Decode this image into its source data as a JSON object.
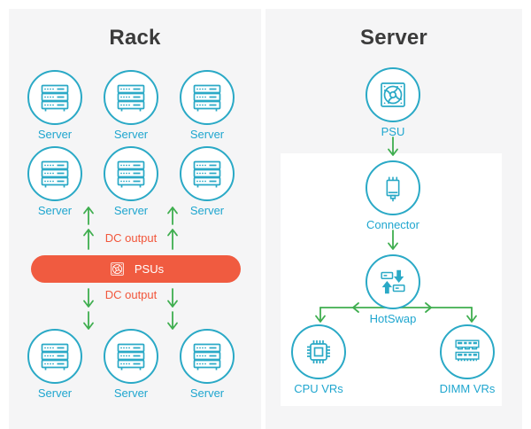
{
  "colors": {
    "teal": "#2aa9c6",
    "teal_text": "#1fa6cf",
    "green": "#3fae4f",
    "orange": "#f05b40",
    "dc_text": "#f2563b",
    "panel_bg": "#f5f5f6",
    "title_text": "#3b3b3b"
  },
  "rack_panel": {
    "title": "Rack",
    "server_label": "Server",
    "dc_output_label": "DC output",
    "psus_label": "PSUs"
  },
  "server_panel": {
    "title": "Server",
    "psu_label": "PSU",
    "connector_label": "Connector",
    "hotswap_label": "HotSwap",
    "cpu_vrs_label": "CPU VRs",
    "dimm_vrs_label": "DIMM VRs"
  },
  "icons": {
    "server": "server-stack-icon",
    "psu": "fan-icon",
    "connector": "connector-plug-icon",
    "hotswap": "swap-arrows-icon",
    "cpu_vrs": "cpu-chip-icon",
    "dimm_vrs": "dimm-memory-icon",
    "flow": "green-arrow"
  }
}
